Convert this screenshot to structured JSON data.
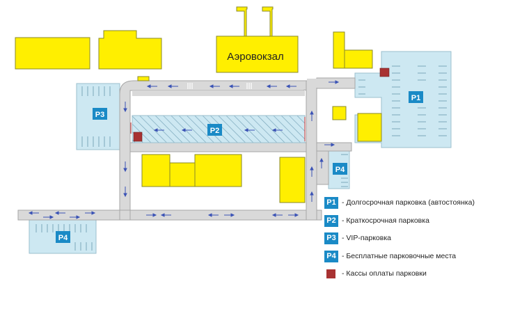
{
  "colors": {
    "road": "#d9d9d9",
    "road_edge": "#a6a6a6",
    "building": "#ffef00",
    "building_edge": "#8a8a2a",
    "parking_fill": "#cde8f2",
    "parking_line": "#7aa7bb",
    "badge": "#1a8ac6",
    "cashier": "#a83232",
    "arrow": "#3a52b5",
    "text": "#222222"
  },
  "terminal": {
    "label": "Аэровокзал"
  },
  "parking_labels": {
    "p1": "P1",
    "p2": "P2",
    "p3": "P3",
    "p4_right": "P4",
    "p4_left": "P4"
  },
  "legend": {
    "items": [
      {
        "badge": "P1",
        "text": "- Долгосрочная парковка (автостоянка)",
        "icon": "parking-badge"
      },
      {
        "badge": "P2",
        "text": "- Краткосрочная парковка",
        "icon": "parking-badge"
      },
      {
        "badge": "P3",
        "text": "- VIP-парковка",
        "icon": "parking-badge"
      },
      {
        "badge": "P4",
        "text": "- Бесплатные парковочные места",
        "icon": "parking-badge"
      },
      {
        "badge": "",
        "text": "- Кассы оплаты парковки",
        "icon": "cashier-square-icon"
      }
    ]
  }
}
